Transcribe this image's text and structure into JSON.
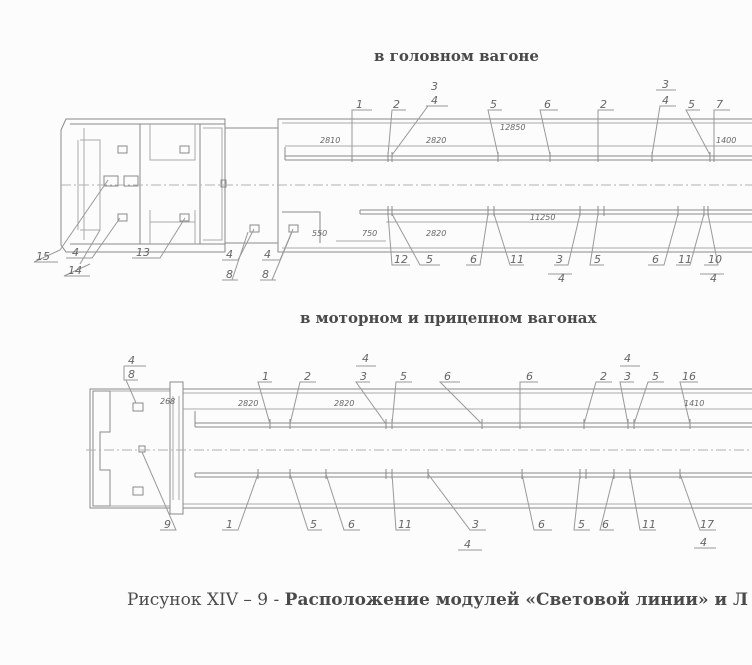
{
  "headings": {
    "head_car": "в головном вагоне",
    "motor_trailer_cars": "в моторном и прицепном вагонах"
  },
  "caption": {
    "prefix": "Рисунок  XIV – 9 -",
    "title": "Расположение модулей  «Световой линии» и Л"
  },
  "colors": {
    "line": "#808080",
    "light_line": "#b0b0b0",
    "text": "#4a4a4a"
  },
  "head_car": {
    "top_callouts": [
      "1",
      "2",
      "3",
      "4",
      "5",
      "6",
      "2",
      "3",
      "4",
      "5",
      "7"
    ],
    "bottom_callouts": [
      "15",
      "4",
      "14",
      "13",
      "4",
      "8",
      "4",
      "8",
      "12",
      "5",
      "6",
      "11",
      "3",
      "4",
      "5",
      "6",
      "11",
      "10",
      "4"
    ],
    "dimensions_top": [
      "2810",
      "2820",
      "12850",
      "1400"
    ],
    "dimensions_bottom": [
      "550",
      "750",
      "2820",
      "11250"
    ]
  },
  "motor_car": {
    "top_callouts": [
      "4",
      "8",
      "4",
      "1",
      "2",
      "3",
      "5",
      "6",
      "6",
      "2",
      "4",
      "3",
      "5",
      "16"
    ],
    "bottom_callouts": [
      "9",
      "1",
      "5",
      "6",
      "11",
      "3",
      "4",
      "6",
      "5",
      "6",
      "11",
      "17",
      "4"
    ],
    "dimensions": [
      "268",
      "2820",
      "2820",
      "1410"
    ]
  }
}
